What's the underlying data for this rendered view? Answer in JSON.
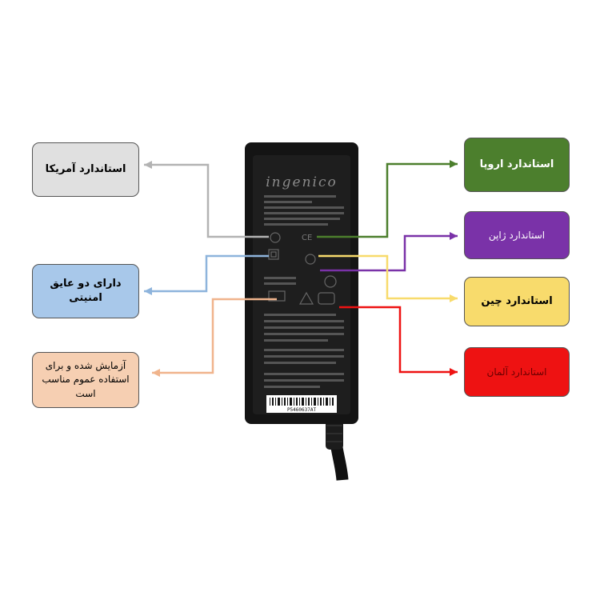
{
  "adapter": {
    "brand": "ingenico",
    "serial": "P5460637AT"
  },
  "labels": {
    "usa": "استاندارد آمریکا",
    "double_insulation": "دارای دو عایق امنیتی",
    "tested": "آزمایش شده و برای استفاده عموم مناسب است",
    "europe": "استاندارد اروپا",
    "japan": "استاندارد ژاپن",
    "china": "استاندارد چین",
    "germany": "استاندارد آلمان"
  },
  "colors": {
    "usa": "#e0e0e0",
    "double_insulation": "#a8c8ea",
    "tested": "#f6cfb2",
    "europe": "#4c7f2d",
    "japan": "#7a32a8",
    "china": "#f8db6c",
    "germany": "#ee1212"
  }
}
